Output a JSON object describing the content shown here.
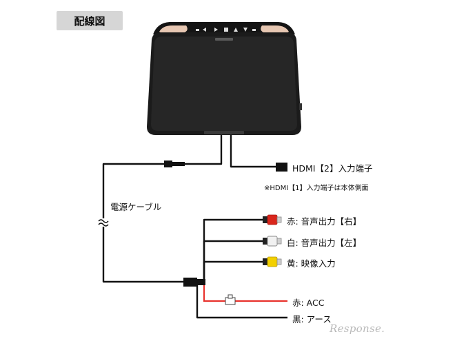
{
  "header": {
    "title": "配線図"
  },
  "labels": {
    "hdmi2": "HDMI【2】入力端子",
    "hdmi1_note": "※HDMI【1】入力端子は本体側面",
    "power_cable": "電源ケーブル",
    "audio_right": "赤: 音声出力【右】",
    "audio_left": "白: 音声出力【左】",
    "video_in": "黄: 映像入力",
    "acc": "赤: ACC",
    "ground": "黒: アース"
  },
  "watermark": "Response.",
  "colors": {
    "red_plug": "#d9261c",
    "white_plug": "#f1f1f1",
    "yellow_plug": "#f3d000",
    "acc_wire": "#e8322c",
    "wire": "#111111"
  }
}
